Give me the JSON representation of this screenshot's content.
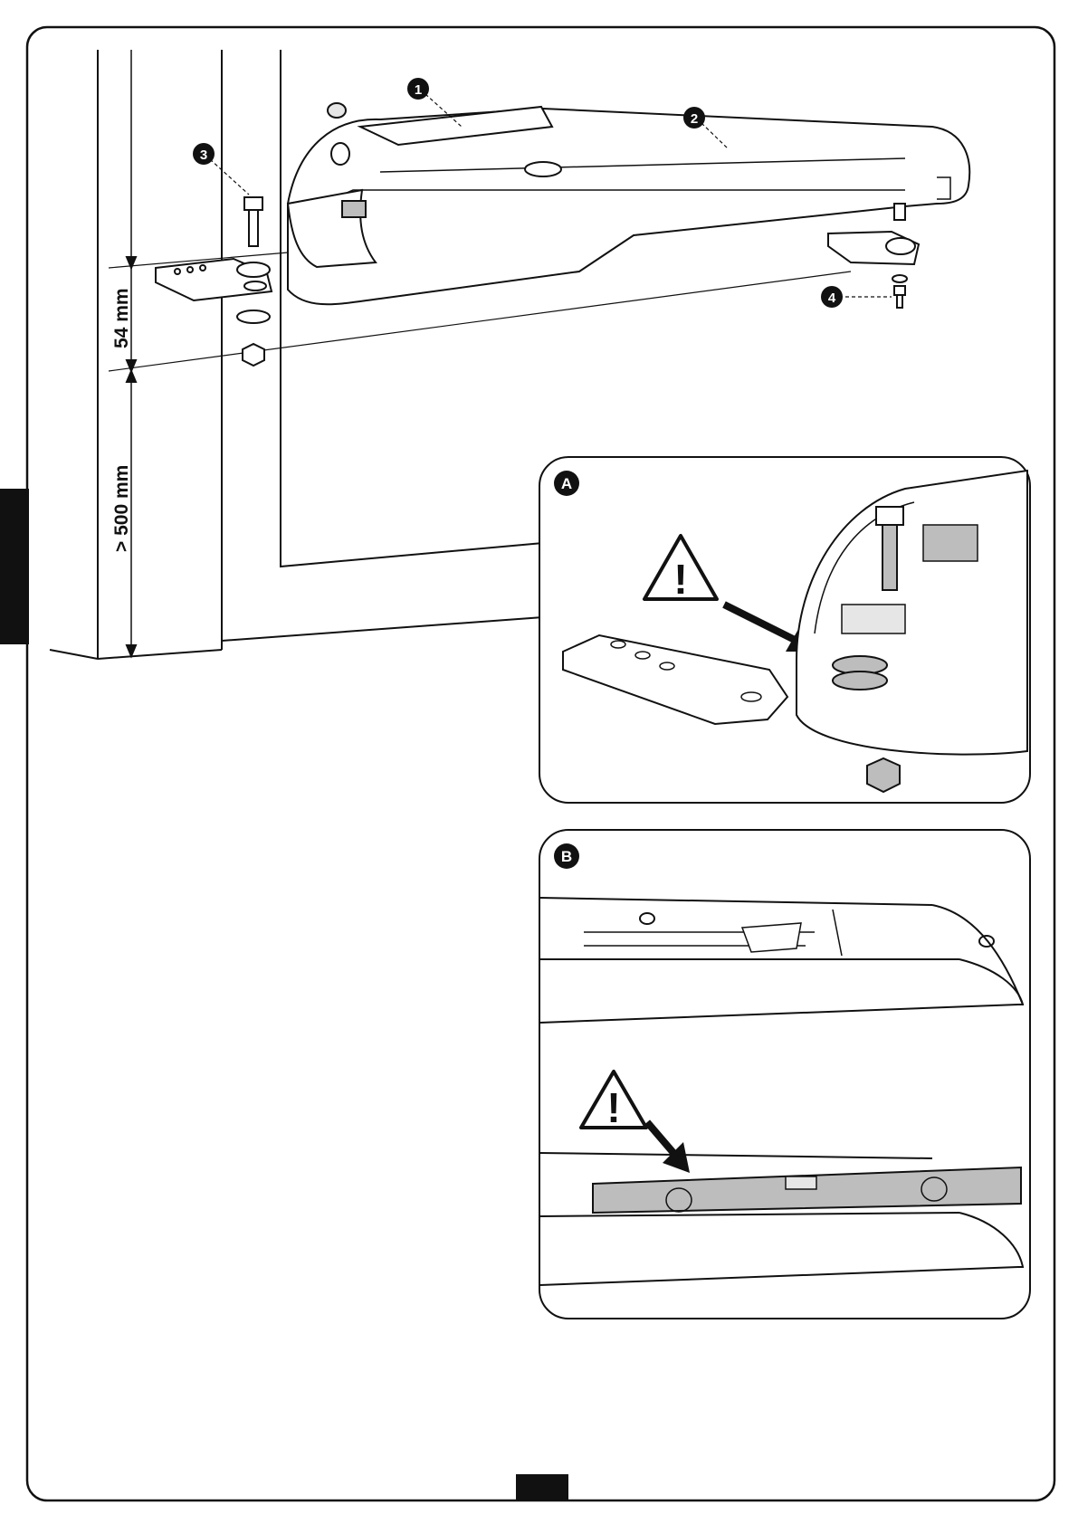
{
  "dimensions": {
    "upper": "54 mm",
    "lower": "> 500 mm"
  },
  "callouts": [
    "1",
    "2",
    "3",
    "4"
  ],
  "panels": {
    "a": {
      "letter": "A"
    },
    "b": {
      "letter": "B"
    }
  },
  "warning_glyph": "!",
  "colors": {
    "ink": "#111111",
    "shade": "#bdbdbd",
    "light_shade": "#e6e6e6",
    "paper": "#ffffff"
  }
}
